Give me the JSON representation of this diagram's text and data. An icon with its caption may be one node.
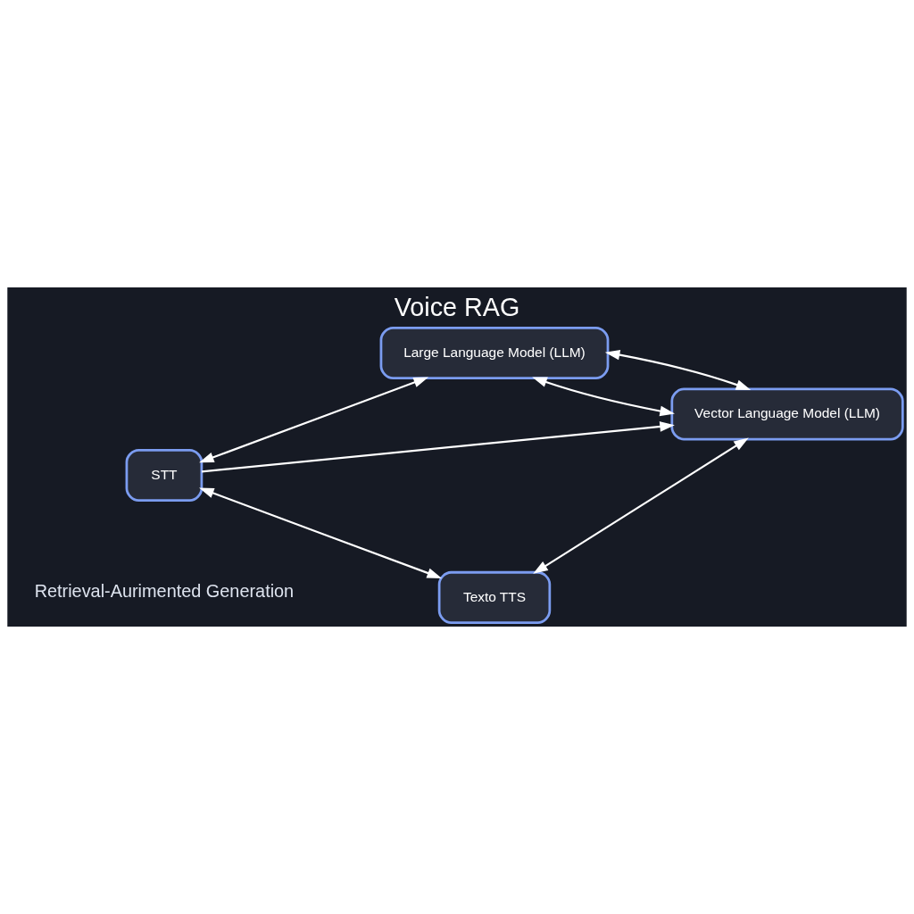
{
  "diagram": {
    "title": "Voice RAG",
    "nodes": [
      {
        "text": [
          "STT"
        ]
      },
      {
        "text": [
          "Large Language Model (LLM)"
        ]
      },
      {
        "text": [
          "Vector Language Model (LLM)"
        ]
      },
      {
        "text": [
          "Texto TTS"
        ]
      }
    ],
    "edges": [
      {
        "from": 0,
        "to": 1,
        "arrow": "both"
      },
      {
        "from": 0,
        "to": 2,
        "arrow": "to"
      },
      {
        "from": 2,
        "to": 1,
        "arrow": "both"
      },
      {
        "from": 0,
        "to": 3,
        "arrow": "both"
      },
      {
        "from": 3,
        "to": 2,
        "arrow": "both"
      },
      {
        "from": 1,
        "to": 2,
        "arrow": "both"
      }
    ],
    "labels": [
      "Retrieval-Aurimented Generation"
    ]
  }
}
